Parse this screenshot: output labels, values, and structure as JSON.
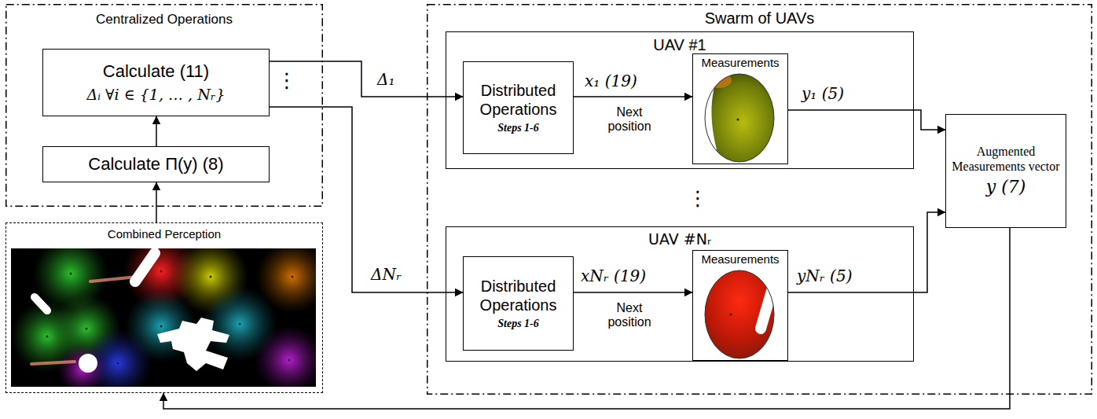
{
  "diagram": {
    "nodes": [
      {
        "text": [
          "Centralized Operations"
        ]
      },
      {
        "text": [
          "Calculate (11)",
          "Δᵢ ∀i ∈ {1, … , Nᵣ}"
        ],
        "in": 0
      },
      {
        "text": [
          "Calculate Π(y) (8)"
        ],
        "in": 0
      },
      {
        "text": [
          "Combined Perception"
        ]
      },
      {
        "text": [
          "Swarm of UAVs"
        ]
      },
      {
        "text": [
          "UAV #1"
        ],
        "in": 4
      },
      {
        "text": [
          "Distributed Operations",
          "Steps 1-6"
        ],
        "in": 5
      },
      {
        "text": [
          "Measurements"
        ],
        "in": 5
      },
      {
        "text": [
          "UAV #Nᵣ"
        ],
        "in": 4
      },
      {
        "text": [
          "Distributed Operations",
          "Steps 1-6"
        ],
        "in": 8
      },
      {
        "text": [
          "Measurements"
        ],
        "in": 8
      },
      {
        "text": [
          "Augmented Measurements vector",
          "y (7)"
        ]
      }
    ],
    "edges": [
      {
        "from": 2,
        "to": 1,
        "arrow": "to"
      },
      {
        "from": 3,
        "to": 2,
        "arrow": "to"
      },
      {
        "from": 1,
        "to": 6,
        "label": "Δ₁",
        "arrow": "to"
      },
      {
        "from": 1,
        "to": 9,
        "label": "ΔNᵣ",
        "arrow": "to"
      },
      {
        "from": 6,
        "to": 7,
        "label": "x₁ (19)",
        "arrow": "to"
      },
      {
        "from": 9,
        "to": 10,
        "label": "xNᵣ (19)",
        "arrow": "to"
      },
      {
        "from": 7,
        "to": 11,
        "label": "y₁ (5)",
        "arrow": "to"
      },
      {
        "from": 10,
        "to": 11,
        "label": "yNᵣ (5)",
        "arrow": "to"
      },
      {
        "from": 11,
        "to": 3,
        "arrow": "to"
      }
    ],
    "labels": [
      "⋮",
      "⋮",
      "Next position",
      "Next position"
    ]
  }
}
